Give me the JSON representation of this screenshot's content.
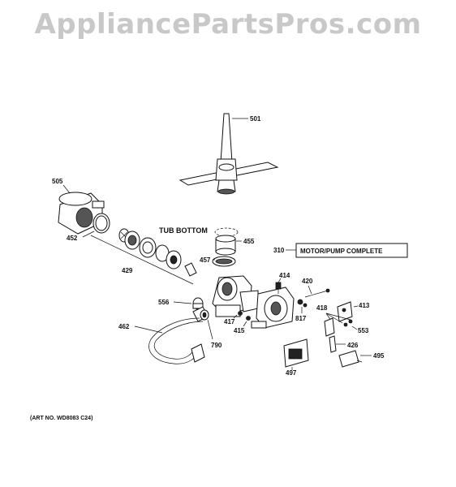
{
  "watermark": "AppliancePartsPros.com",
  "art_number": "(ART NO. WD8083 C24)",
  "tub_bottom_label": "TUB BOTTOM",
  "assembly_callout": {
    "number": "310",
    "text": "MOTOR/PUMP COMPLETE"
  },
  "parts": [
    "501",
    "505",
    "452",
    "429",
    "455",
    "457",
    "414",
    "420",
    "413",
    "418",
    "553",
    "817",
    "417",
    "415",
    "556",
    "462",
    "790",
    "426",
    "495",
    "497"
  ]
}
